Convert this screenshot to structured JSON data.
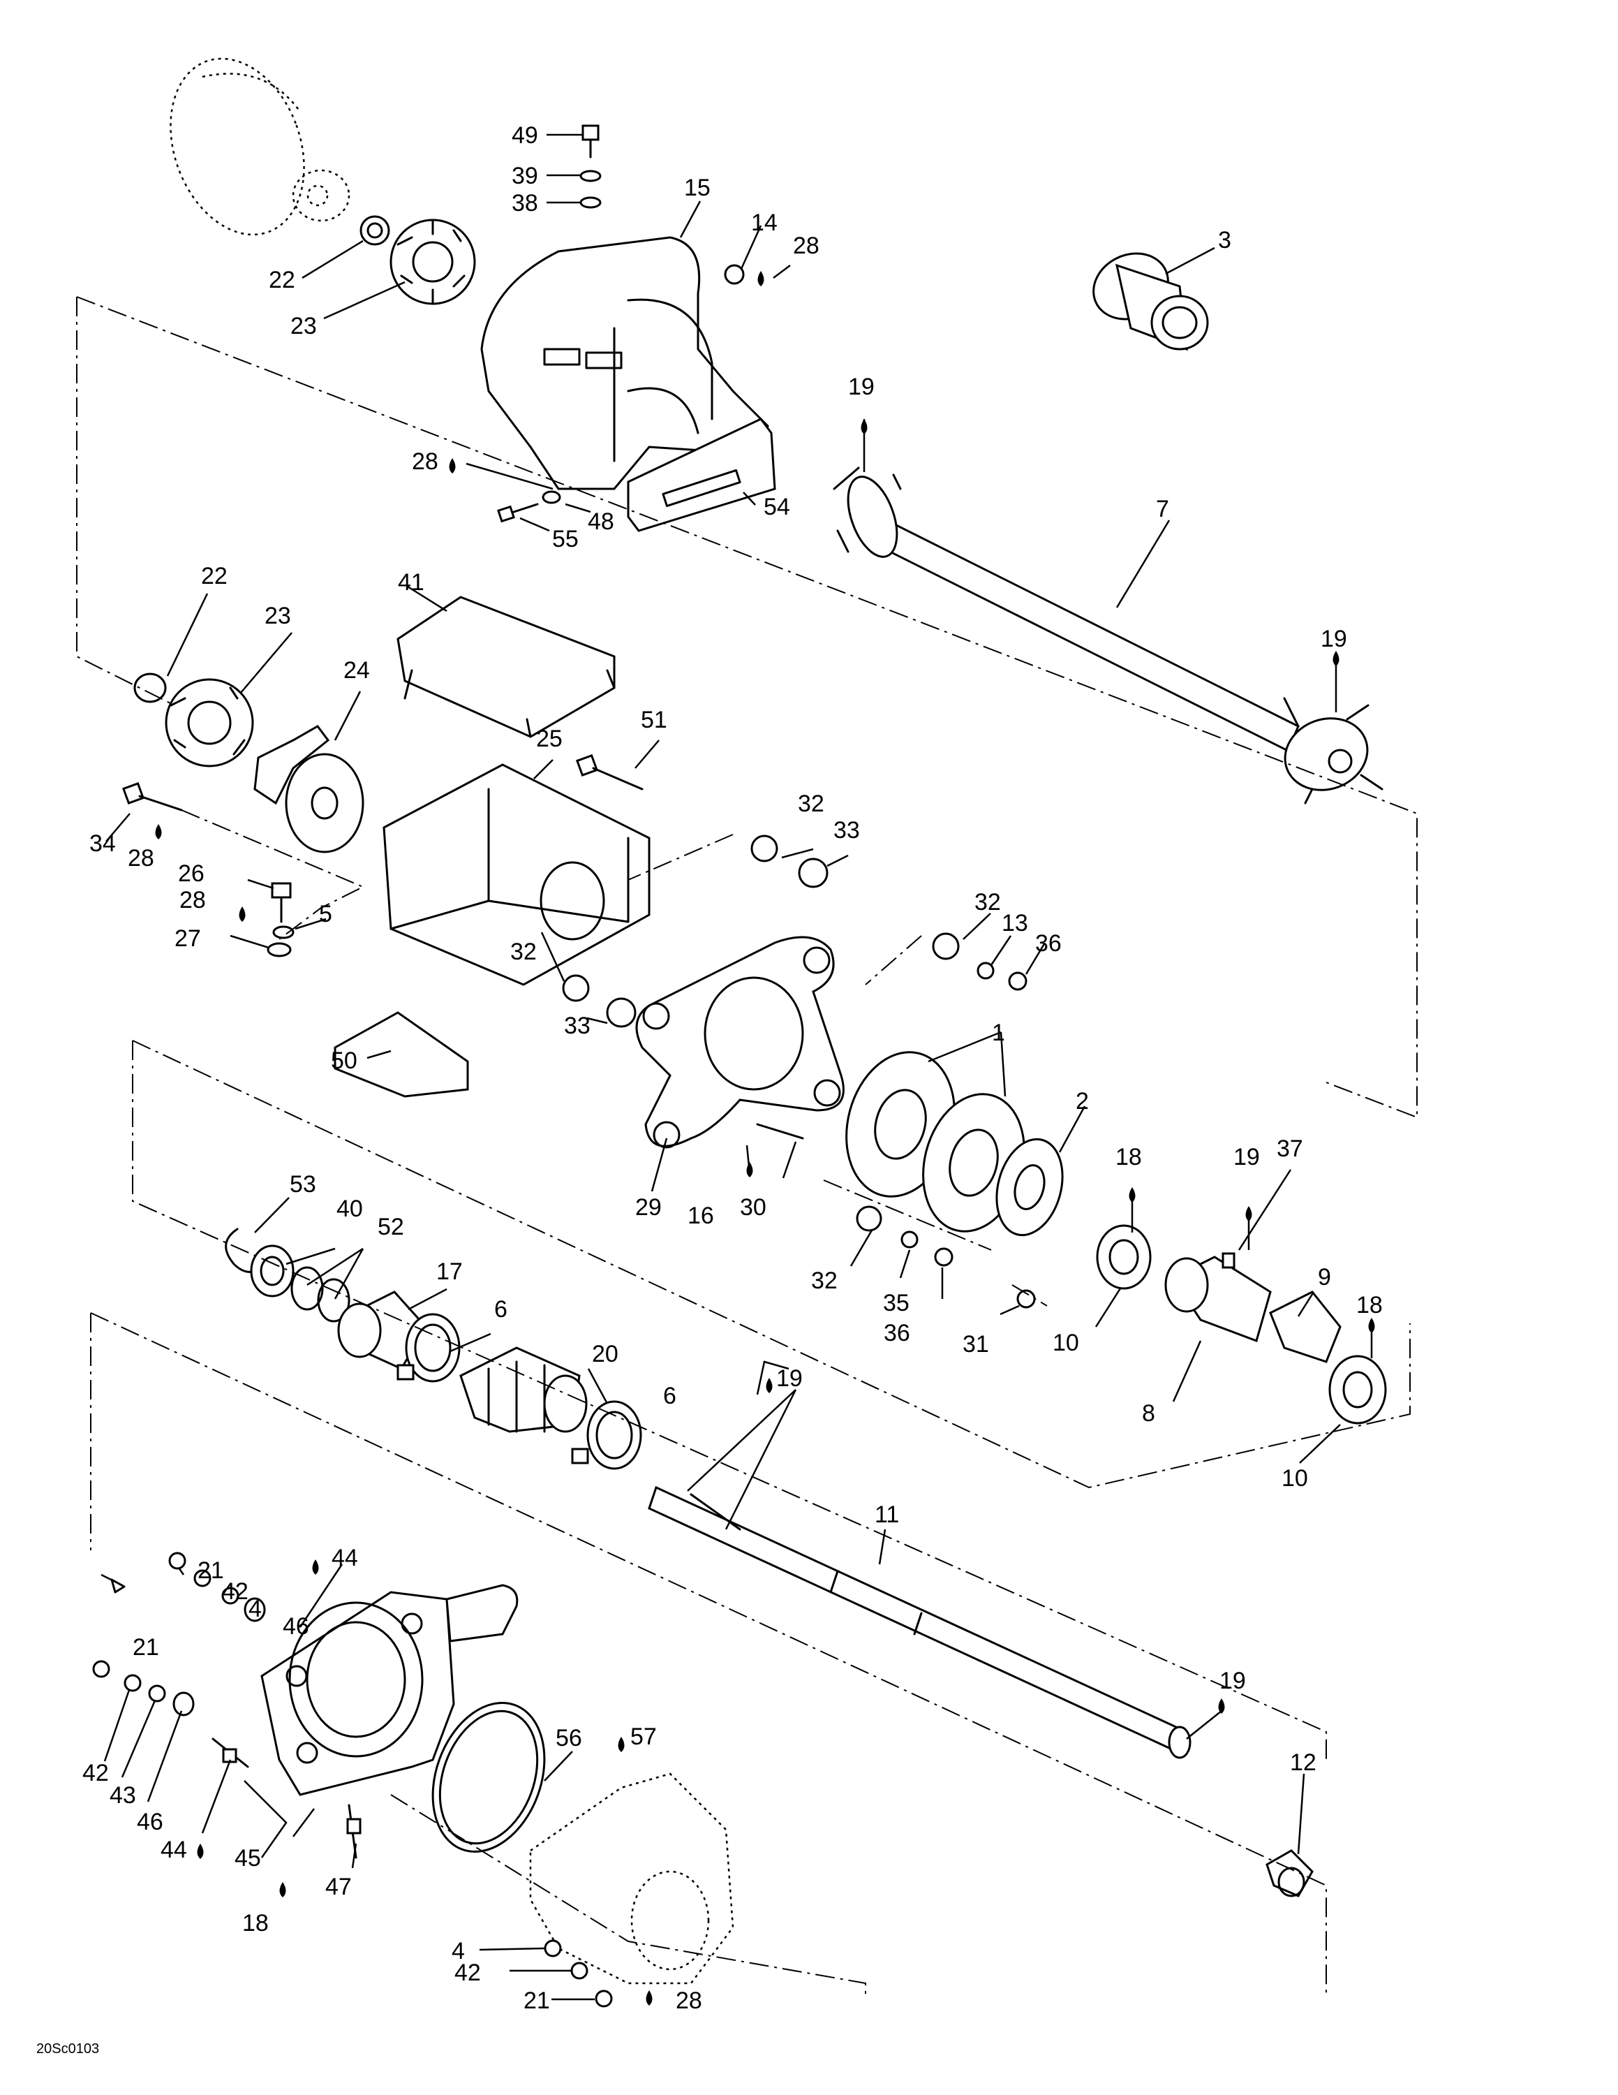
{
  "diagram": {
    "image_code": "20Sc0103",
    "callouts": [
      {
        "label": "49"
      },
      {
        "label": "39"
      },
      {
        "label": "38"
      },
      {
        "label": "15"
      },
      {
        "label": "14"
      },
      {
        "label": "28"
      },
      {
        "label": "3"
      },
      {
        "label": "22"
      },
      {
        "label": "23"
      },
      {
        "label": "19"
      },
      {
        "label": "28"
      },
      {
        "label": "48"
      },
      {
        "label": "55"
      },
      {
        "label": "54"
      },
      {
        "label": "7"
      },
      {
        "label": "22"
      },
      {
        "label": "23"
      },
      {
        "label": "41"
      },
      {
        "label": "24"
      },
      {
        "label": "19"
      },
      {
        "label": "25"
      },
      {
        "label": "51"
      },
      {
        "label": "34"
      },
      {
        "label": "28"
      },
      {
        "label": "32"
      },
      {
        "label": "33"
      },
      {
        "label": "26"
      },
      {
        "label": "28"
      },
      {
        "label": "5"
      },
      {
        "label": "27"
      },
      {
        "label": "32"
      },
      {
        "label": "13"
      },
      {
        "label": "36"
      },
      {
        "label": "32"
      },
      {
        "label": "33"
      },
      {
        "label": "50"
      },
      {
        "label": "1"
      },
      {
        "label": "2"
      },
      {
        "label": "18"
      },
      {
        "label": "19"
      },
      {
        "label": "37"
      },
      {
        "label": "29"
      },
      {
        "label": "16"
      },
      {
        "label": "30"
      },
      {
        "label": "53"
      },
      {
        "label": "40"
      },
      {
        "label": "52"
      },
      {
        "label": "17"
      },
      {
        "label": "6"
      },
      {
        "label": "32"
      },
      {
        "label": "35"
      },
      {
        "label": "36"
      },
      {
        "label": "31"
      },
      {
        "label": "10"
      },
      {
        "label": "9"
      },
      {
        "label": "18"
      },
      {
        "label": "8"
      },
      {
        "label": "20"
      },
      {
        "label": "6"
      },
      {
        "label": "19"
      },
      {
        "label": "10"
      },
      {
        "label": "11"
      },
      {
        "label": "44"
      },
      {
        "label": "21"
      },
      {
        "label": "42"
      },
      {
        "label": "4"
      },
      {
        "label": "46"
      },
      {
        "label": "21"
      },
      {
        "label": "19"
      },
      {
        "label": "56"
      },
      {
        "label": "57"
      },
      {
        "label": "12"
      },
      {
        "label": "42"
      },
      {
        "label": "43"
      },
      {
        "label": "46"
      },
      {
        "label": "44"
      },
      {
        "label": "45"
      },
      {
        "label": "47"
      },
      {
        "label": "18"
      },
      {
        "label": "4"
      },
      {
        "label": "42"
      },
      {
        "label": "21"
      },
      {
        "label": "28"
      }
    ]
  }
}
